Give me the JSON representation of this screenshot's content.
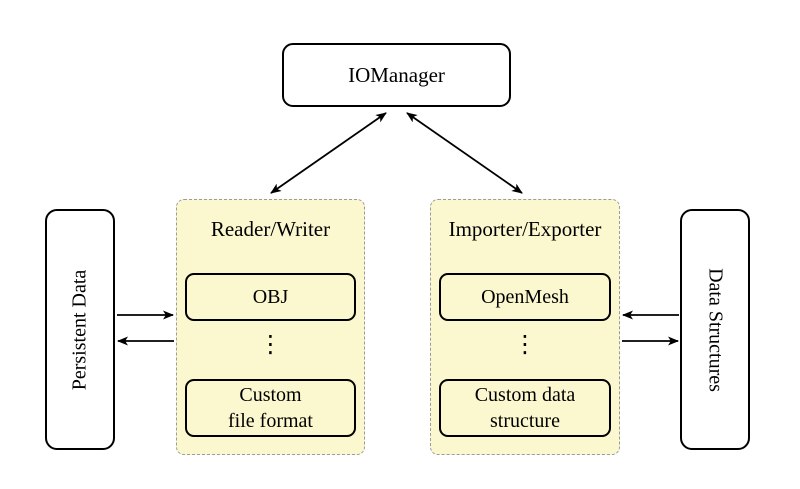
{
  "nodes": {
    "io_manager": {
      "label": "IOManager"
    },
    "persistent_data": {
      "label": "Persistent Data"
    },
    "data_structures": {
      "label": "Data Structures"
    },
    "reader_writer": {
      "title": "Reader/Writer",
      "item_top": "OBJ",
      "ellipsis": "⋮",
      "item_bottom_line1": "Custom",
      "item_bottom_line2": "file format"
    },
    "importer_exporter": {
      "title": "Importer/Exporter",
      "item_top": "OpenMesh",
      "ellipsis": "⋮",
      "item_bottom_line1": "Custom data",
      "item_bottom_line2": "structure"
    }
  },
  "colors": {
    "background": "#FFFFFF",
    "container_fill": "#FBF7CF",
    "container_border": "#9B9B9B",
    "node_fill": "#FFFFFF",
    "node_border": "#000000",
    "arrow": "#000000"
  }
}
